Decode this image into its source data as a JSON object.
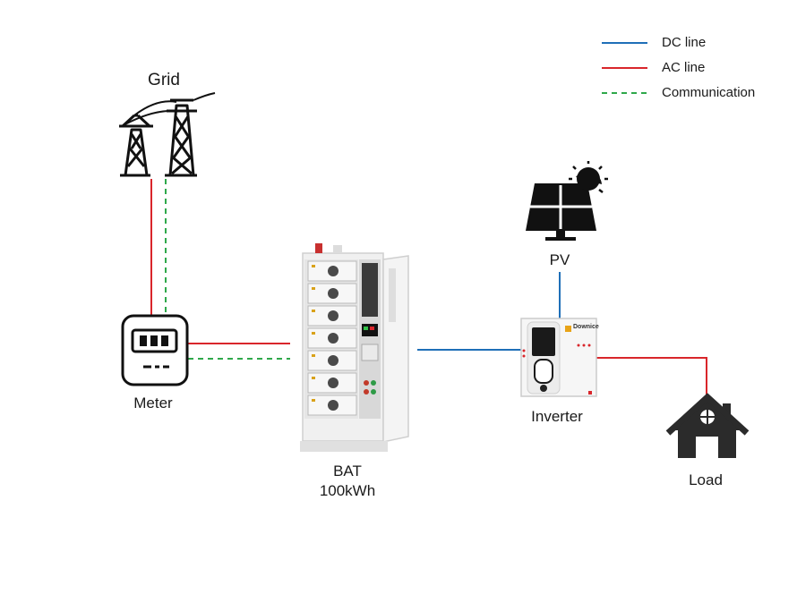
{
  "legend": {
    "dc": {
      "label": "DC line",
      "color": "#1f6fb8"
    },
    "ac": {
      "label": "AC line",
      "color": "#d9262b"
    },
    "comm": {
      "label": "Communication",
      "color": "#2ea84a"
    }
  },
  "nodes": {
    "grid": {
      "label": "Grid"
    },
    "meter": {
      "label": "Meter"
    },
    "battery": {
      "label_line1": "BAT",
      "label_line2": "100kWh"
    },
    "pv": {
      "label": "PV"
    },
    "inverter": {
      "label": "Inverter",
      "brand": "Downice"
    },
    "load": {
      "label": "Load"
    }
  }
}
